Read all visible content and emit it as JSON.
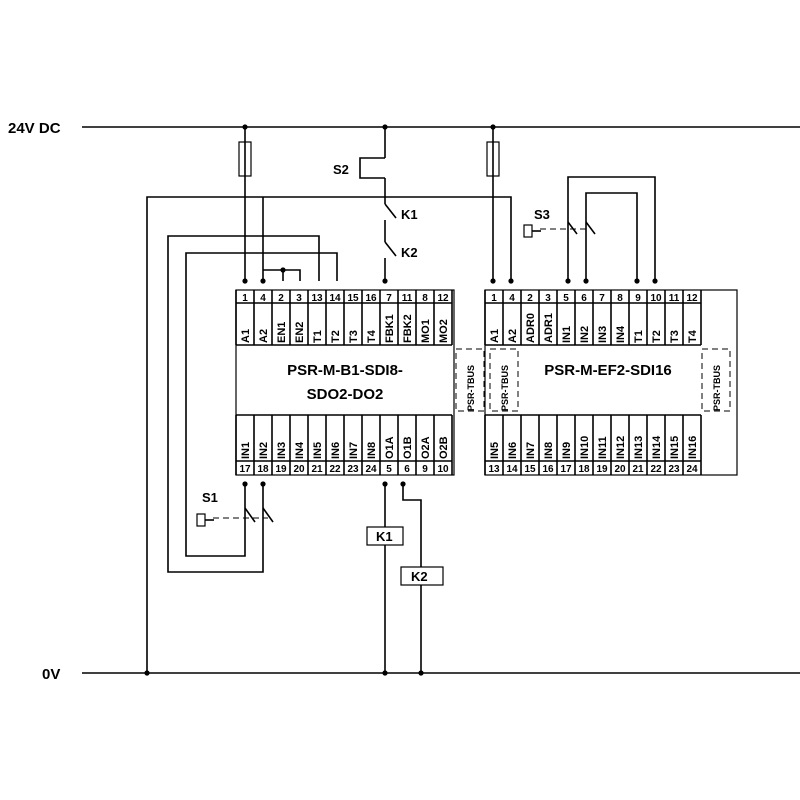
{
  "rails": {
    "top": "24V DC",
    "bottom": "0V"
  },
  "switches": {
    "s1": "S1",
    "s2": "S2",
    "s3": "S3"
  },
  "relays": {
    "k1": "K1",
    "k2": "K2"
  },
  "module1": {
    "name_line1": "PSR-M-B1-SDI8-",
    "name_line2": "SDO2-DO2",
    "tbus": "PSR-TBUS",
    "top_numbers": [
      "1",
      "4",
      "2",
      "3",
      "13",
      "14",
      "15",
      "16",
      "7",
      "11",
      "8",
      "12"
    ],
    "top_signals": [
      "A1",
      "A2",
      "EN1",
      "EN2",
      "T1",
      "T2",
      "T3",
      "T4",
      "FBK1",
      "FBK2",
      "MO1",
      "MO2"
    ],
    "bottom_signals": [
      "IN1",
      "IN2",
      "IN3",
      "IN4",
      "IN5",
      "IN6",
      "IN7",
      "IN8",
      "O1A",
      "O1B",
      "O2A",
      "O2B"
    ],
    "bottom_numbers": [
      "17",
      "18",
      "19",
      "20",
      "21",
      "22",
      "23",
      "24",
      "5",
      "6",
      "9",
      "10"
    ]
  },
  "module2": {
    "name": "PSR-M-EF2-SDI16",
    "tbus_left": "PSR-TBUS",
    "tbus_right": "PSR-TBUS",
    "top_numbers": [
      "1",
      "4",
      "2",
      "3",
      "5",
      "6",
      "7",
      "8",
      "9",
      "10",
      "11",
      "12"
    ],
    "top_signals": [
      "A1",
      "A2",
      "ADR0",
      "ADR1",
      "IN1",
      "IN2",
      "IN3",
      "IN4",
      "T1",
      "T2",
      "T3",
      "T4"
    ],
    "bottom_signals": [
      "IN5",
      "IN6",
      "IN7",
      "IN8",
      "IN9",
      "IN10",
      "IN11",
      "IN12",
      "IN13",
      "IN14",
      "IN15",
      "IN16"
    ],
    "bottom_numbers": [
      "13",
      "14",
      "15",
      "16",
      "17",
      "18",
      "19",
      "20",
      "21",
      "22",
      "23",
      "24"
    ]
  }
}
